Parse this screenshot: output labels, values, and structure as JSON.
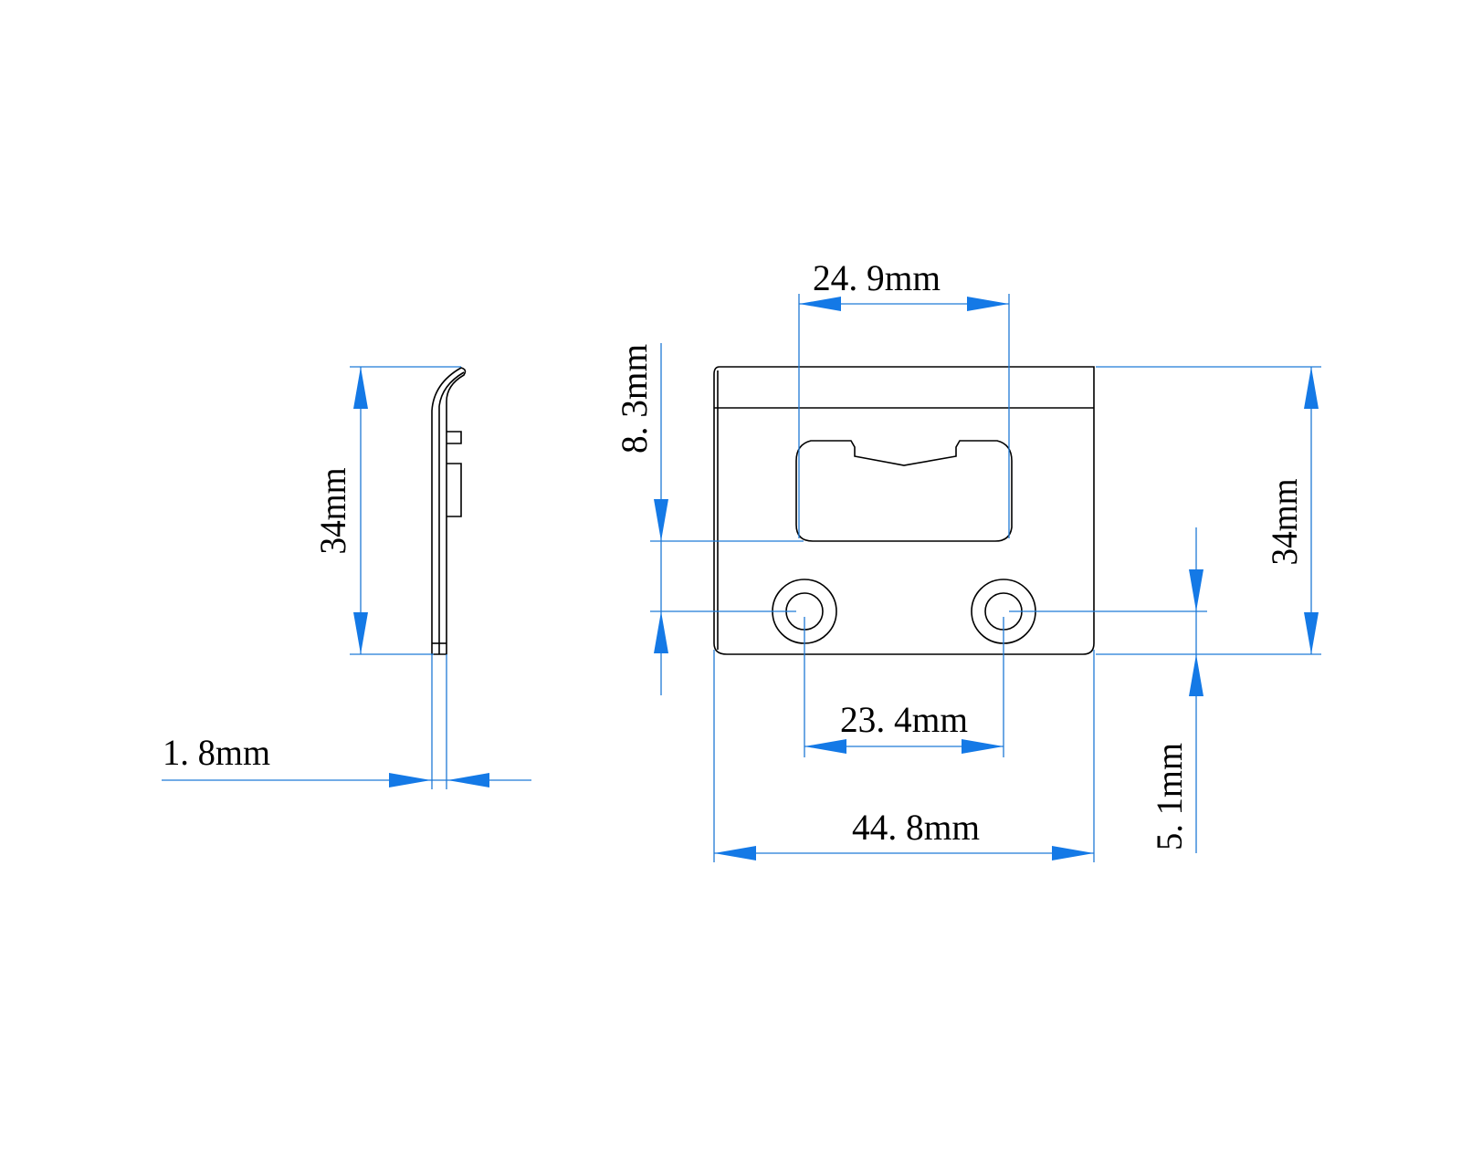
{
  "drawing": {
    "colors": {
      "dimension": "#1479e6",
      "outline": "#000000"
    },
    "dimensions": {
      "slot_width": "24. 9mm",
      "slot_to_hole": "8. 3mm",
      "height_front": "34mm",
      "hole_offset": "5. 1mm",
      "hole_spacing": "23. 4mm",
      "width": "44. 8mm",
      "height_side": "34mm",
      "thickness": "1. 8mm"
    }
  }
}
